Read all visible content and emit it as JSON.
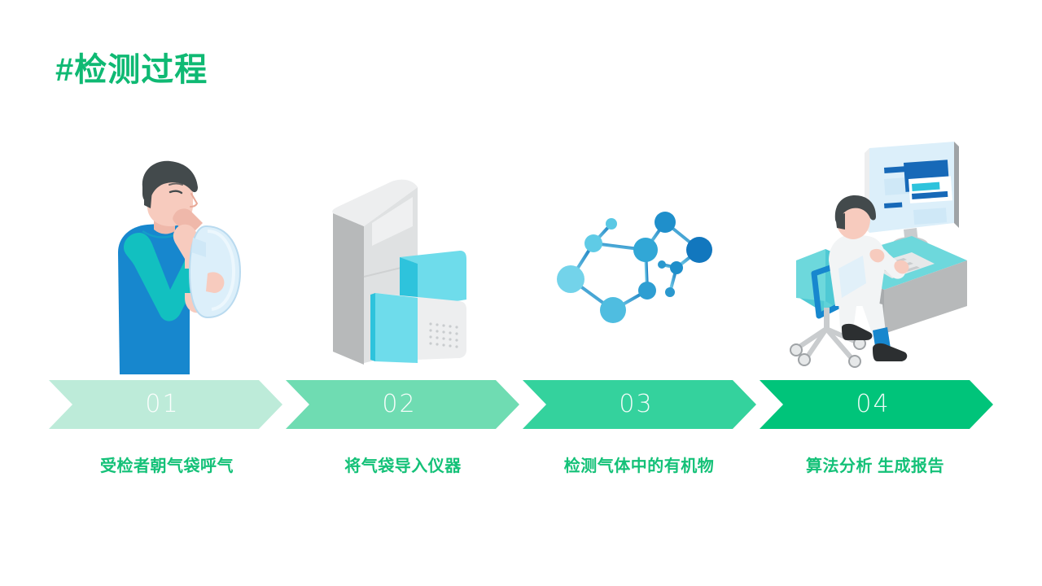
{
  "page": {
    "title": "#检测过程",
    "title_color": "#0FB973",
    "background": "#ffffff",
    "caption_color": "#14C178",
    "number_color": "#ffffff"
  },
  "steps": [
    {
      "number": "01",
      "caption": "受检者朝气袋呼气",
      "chevron_color": "#BDEBD9",
      "illustration": "person-exhaling-into-gas-bag-illustration"
    },
    {
      "number": "02",
      "caption": "将气袋导入仪器",
      "chevron_color": "#6FDCB2",
      "illustration": "analyzer-instrument-illustration"
    },
    {
      "number": "03",
      "caption": "检测气体中的有机物",
      "chevron_color": "#34D29D",
      "illustration": "molecule-network-illustration"
    },
    {
      "number": "04",
      "caption": "算法分析 生成报告",
      "chevron_color": "#00C47A",
      "illustration": "analyst-at-computer-desk-illustration"
    }
  ],
  "palette": {
    "skin": "#F7CBBE",
    "hair": "#434A4C",
    "shirt_blue": "#1787CE",
    "shirt_teal": "#12C0C0",
    "bag_blue": "#CFE8F7",
    "instrument_gray": "#D8D9DA",
    "instrument_cyan": "#45CCE0",
    "molecule_light": "#6FD0E8",
    "molecule_dark": "#1277BE",
    "desk_teal": "#6DD8DC",
    "chair_blue": "#1787CE",
    "monitor_blue": "#1769B8"
  }
}
